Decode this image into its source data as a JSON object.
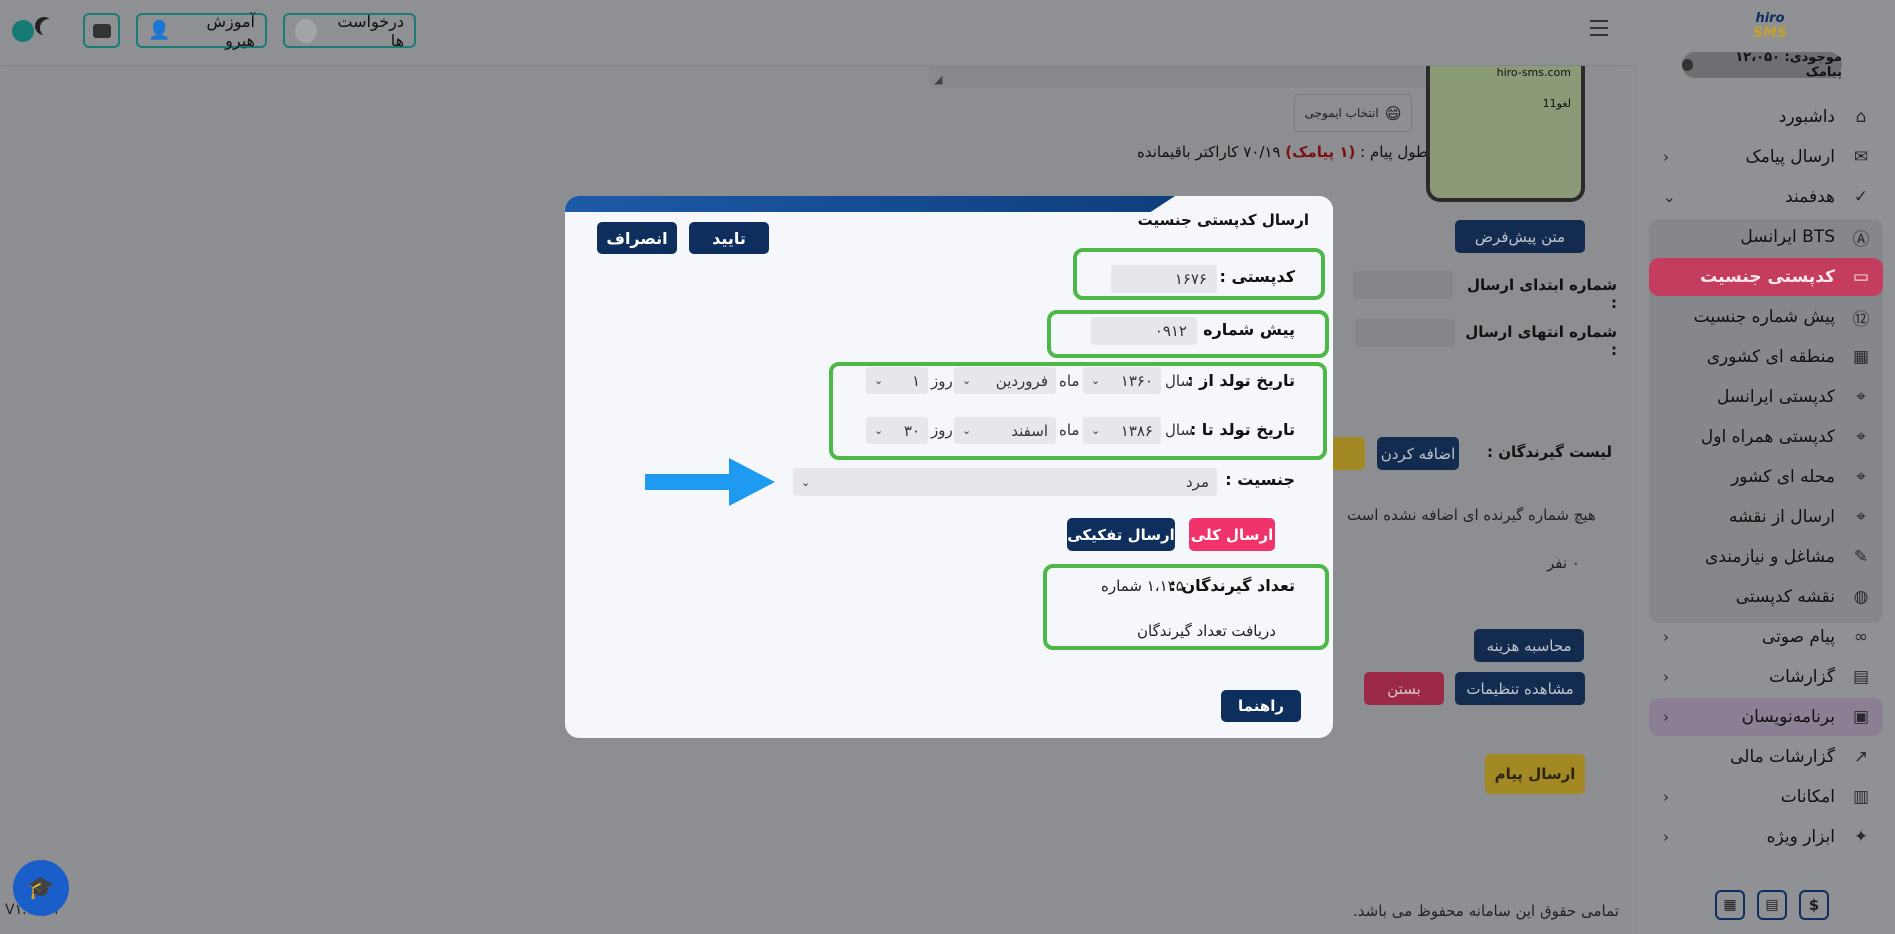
{
  "sidebar": {
    "logo_top": "hiro",
    "logo_bottom": "SMS",
    "balance": "موجودی: ۱۲،۰۵۰ پیامک",
    "items": [
      {
        "label": "داشبورد",
        "icon": "home-icon",
        "chevron": false
      },
      {
        "label": "ارسال پیامک",
        "icon": "sms-icon",
        "chevron": true
      },
      {
        "label": "هدفمند",
        "icon": "check-icon",
        "chevron": true
      },
      {
        "label": "BTS ایرانسل",
        "icon": "antenna-icon",
        "chevron": false
      },
      {
        "label": "کدپستی جنسیت",
        "icon": "id-card-icon",
        "chevron": false,
        "active": true
      },
      {
        "label": "پیش شماره جنسیت",
        "icon": "number-icon",
        "chevron": false
      },
      {
        "label": "منطقه ای کشوری",
        "icon": "map-icon",
        "chevron": false
      },
      {
        "label": "کدپستی ایرانسل",
        "icon": "pin-icon",
        "chevron": false
      },
      {
        "label": "کدپستی همراه اول",
        "icon": "pin-icon",
        "chevron": false
      },
      {
        "label": "محله ای کشور",
        "icon": "pin-icon",
        "chevron": false
      },
      {
        "label": "ارسال از نقشه",
        "icon": "map-pin-icon",
        "chevron": false
      },
      {
        "label": "مشاغل و نیازمندی",
        "icon": "chat-icon",
        "chevron": false
      },
      {
        "label": "نقشه کدپستی",
        "icon": "globe-icon",
        "chevron": false
      },
      {
        "label": "پیام صوتی",
        "icon": "voicemail-icon",
        "chevron": true
      },
      {
        "label": "گزارشات",
        "icon": "report-icon",
        "chevron": true
      },
      {
        "label": "برنامه‌نویسان",
        "icon": "code-icon",
        "chevron": true
      },
      {
        "label": "گزارشات مالی",
        "icon": "chart-icon",
        "chevron": false
      },
      {
        "label": "امکانات",
        "icon": "building-icon",
        "chevron": true
      },
      {
        "label": "ابزار ویژه",
        "icon": "sparkle-icon",
        "chevron": true
      }
    ]
  },
  "topbar": {
    "requests": "درخواست ها",
    "training": "آموزش هیرو"
  },
  "background": {
    "emoji_button": "انتخاب ایموجی",
    "message_length": "طول پیام : ",
    "message_count": "(۱ پیامک)",
    "message_chars": " ۷۰/۱۹ کاراکتر باقیمانده",
    "phone_site": "hiro-sms.com",
    "phone_cancel": "لغو11",
    "default_text_button": "متن پیش‌فرض",
    "start_number_label": "شماره ابتدای ارسال :",
    "end_number_label": "شماره انتهای ارسال :",
    "recipients_label": "لیست گیرندگان :",
    "add_button": "اضافه کردن",
    "no_recipients": "هیچ شماره گیرنده ای اضافه نشده است",
    "zero_people": "۰ نفر",
    "calc_cost": "محاسبه هزینه",
    "view_settings": "مشاهده تنظیمات",
    "close": "بستن",
    "send_message": "ارسال پیام",
    "footer": "تمامی حقوق این سامانه محفوظ می باشد.",
    "version": "V۱.۱۲.۰۲"
  },
  "modal": {
    "title": "ارسال کدپستی جنسیت",
    "confirm": "تایید",
    "cancel": "انصراف",
    "postal_label": "کدپستی :",
    "postal_value": "۱۶۷۶",
    "prefix_label": "پیش شماره :",
    "prefix_value": "۰۹۱۲",
    "birth_from_label": "تاریخ تولد از :",
    "birth_to_label": "تاریخ تولد تا :",
    "year_label": "سال",
    "month_label": "ماه",
    "day_label": "روز",
    "from_year": "۱۳۶۰",
    "from_month": "فروردین",
    "from_day": "۱",
    "to_year": "۱۳۸۶",
    "to_month": "اسفند",
    "to_day": "۳۰",
    "gender_label": "جنسیت :",
    "gender_value": "مرد",
    "send_all": "ارسال کلی",
    "send_separate": "ارسال تفکیکی",
    "recipients_count_label": "تعداد گیرندگان :",
    "recipients_count_value": "۱،۱۴۵ شماره",
    "get_recipients": "دریافت تعداد گیرندگان",
    "help": "راهنما"
  },
  "colors": {
    "navy": "#0e2f5e",
    "pink": "#f0336a",
    "green_highlight": "#4db848",
    "arrow_blue": "#1e9bf0",
    "active_item": "#c43c5e",
    "gold": "#c5a12a"
  }
}
